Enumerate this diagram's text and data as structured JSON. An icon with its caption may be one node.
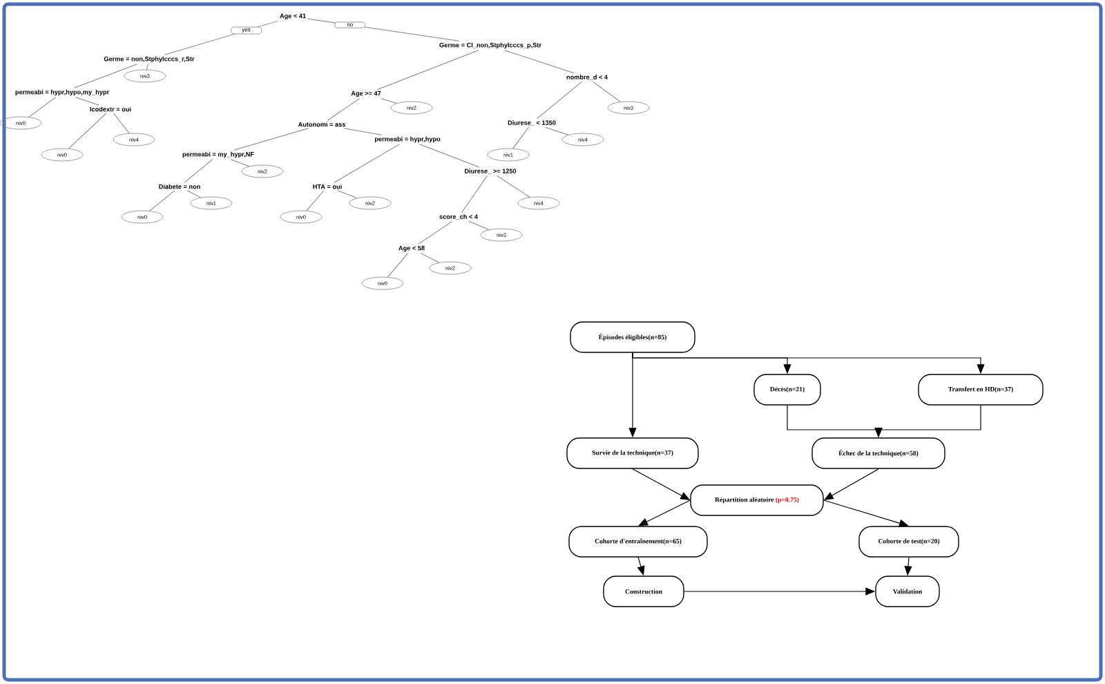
{
  "diagram": {
    "nodes": [
      {
        "text": [
          "Age < 41"
        ]
      },
      {
        "text": [
          "Germe = non,Stphylcccs_r,Str"
        ]
      },
      {
        "text": [
          "permeabi = hypr,hypo,my_hypr"
        ]
      },
      {
        "text": [
          "niv0"
        ]
      },
      {
        "text": [
          "Icodextr = oui"
        ]
      },
      {
        "text": [
          "niv0"
        ]
      },
      {
        "text": [
          "niv4"
        ]
      },
      {
        "text": [
          "niv3"
        ]
      },
      {
        "text": [
          "Germe = Cl_non,Stphylcccs_p,Str"
        ]
      },
      {
        "text": [
          "Age >= 47"
        ]
      },
      {
        "text": [
          "Autonomi = ass"
        ]
      },
      {
        "text": [
          "permeabi = my_hypr,NF"
        ]
      },
      {
        "text": [
          "Diabete = non"
        ]
      },
      {
        "text": [
          "niv0"
        ]
      },
      {
        "text": [
          "niv1"
        ]
      },
      {
        "text": [
          "niv2"
        ]
      },
      {
        "text": [
          "permeabi = hypr,hypo"
        ]
      },
      {
        "text": [
          "HTA = oui"
        ]
      },
      {
        "text": [
          "niv0"
        ]
      },
      {
        "text": [
          "niv2"
        ]
      },
      {
        "text": [
          "Diurese_ >= 1250"
        ]
      },
      {
        "text": [
          "score_ch < 4"
        ]
      },
      {
        "text": [
          "Age < 58"
        ]
      },
      {
        "text": [
          "niv0"
        ]
      },
      {
        "text": [
          "niv2"
        ]
      },
      {
        "text": [
          "niv3"
        ]
      },
      {
        "text": [
          "niv4"
        ]
      },
      {
        "text": [
          "niv2"
        ]
      },
      {
        "text": [
          "nombre_d < 4"
        ]
      },
      {
        "text": [
          "Diurese_ < 1350"
        ]
      },
      {
        "text": [
          "niv1"
        ]
      },
      {
        "text": [
          "niv4"
        ]
      },
      {
        "text": [
          "niv3"
        ]
      },
      {
        "text": [
          "Épisodes éligibles(n=85)"
        ]
      },
      {
        "text": [
          "Décès(n=21)"
        ]
      },
      {
        "text": [
          "Transfert en HD(n=37)"
        ]
      },
      {
        "text": [
          "Survie de la technique(n=37)"
        ]
      },
      {
        "text": [
          "Échec de la technique(n=58)"
        ]
      },
      {
        "text": [
          "Répartition aléatoire",
          "(p=0.75)"
        ]
      },
      {
        "text": [
          "Cohorte d'entraînement(n=65)"
        ]
      },
      {
        "text": [
          "Cohorte de test(n=20)"
        ]
      },
      {
        "text": [
          "Construction"
        ]
      },
      {
        "text": [
          "Validation"
        ]
      }
    ],
    "edges": [
      {
        "from": 0,
        "to": 1,
        "arrow": "none",
        "label": "yes"
      },
      {
        "from": 0,
        "to": 8,
        "arrow": "none",
        "label": "no"
      },
      {
        "from": 1,
        "to": 2,
        "arrow": "none"
      },
      {
        "from": 1,
        "to": 7,
        "arrow": "none"
      },
      {
        "from": 2,
        "to": 3,
        "arrow": "none"
      },
      {
        "from": 2,
        "to": 4,
        "arrow": "none"
      },
      {
        "from": 4,
        "to": 5,
        "arrow": "none"
      },
      {
        "from": 4,
        "to": 6,
        "arrow": "none"
      },
      {
        "from": 8,
        "to": 9,
        "arrow": "none"
      },
      {
        "from": 8,
        "to": 28,
        "arrow": "none"
      },
      {
        "from": 9,
        "to": 10,
        "arrow": "none"
      },
      {
        "from": 9,
        "to": 27,
        "arrow": "none"
      },
      {
        "from": 10,
        "to": 11,
        "arrow": "none"
      },
      {
        "from": 10,
        "to": 16,
        "arrow": "none"
      },
      {
        "from": 11,
        "to": 12,
        "arrow": "none"
      },
      {
        "from": 11,
        "to": 15,
        "arrow": "none"
      },
      {
        "from": 12,
        "to": 13,
        "arrow": "none"
      },
      {
        "from": 12,
        "to": 14,
        "arrow": "none"
      },
      {
        "from": 16,
        "to": 17,
        "arrow": "none"
      },
      {
        "from": 16,
        "to": 20,
        "arrow": "none"
      },
      {
        "from": 17,
        "to": 18,
        "arrow": "none"
      },
      {
        "from": 17,
        "to": 19,
        "arrow": "none"
      },
      {
        "from": 20,
        "to": 21,
        "arrow": "none"
      },
      {
        "from": 20,
        "to": 26,
        "arrow": "none"
      },
      {
        "from": 21,
        "to": 22,
        "arrow": "none"
      },
      {
        "from": 21,
        "to": 25,
        "arrow": "none"
      },
      {
        "from": 22,
        "to": 23,
        "arrow": "none"
      },
      {
        "from": 22,
        "to": 24,
        "arrow": "none"
      },
      {
        "from": 28,
        "to": 29,
        "arrow": "none"
      },
      {
        "from": 28,
        "to": 32,
        "arrow": "none"
      },
      {
        "from": 29,
        "to": 30,
        "arrow": "none"
      },
      {
        "from": 29,
        "to": 31,
        "arrow": "none"
      },
      {
        "from": 33,
        "to": 36,
        "arrow": "to",
        "color": "#000000"
      },
      {
        "from": 33,
        "to": 34,
        "arrow": "to",
        "color": "#000000"
      },
      {
        "from": 33,
        "to": 35,
        "arrow": "to",
        "color": "#000000"
      },
      {
        "from": 34,
        "to": 37,
        "arrow": "to",
        "color": "#000000"
      },
      {
        "from": 35,
        "to": 37,
        "arrow": "to",
        "color": "#000000"
      },
      {
        "from": 36,
        "to": 38,
        "arrow": "to",
        "color": "#000000"
      },
      {
        "from": 37,
        "to": 38,
        "arrow": "to",
        "color": "#000000"
      },
      {
        "from": 38,
        "to": 39,
        "arrow": "to",
        "color": "#000000"
      },
      {
        "from": 38,
        "to": 40,
        "arrow": "to",
        "color": "#000000"
      },
      {
        "from": 39,
        "to": 41,
        "arrow": "to",
        "color": "#000000"
      },
      {
        "from": 40,
        "to": 42,
        "arrow": "to",
        "color": "#000000"
      },
      {
        "from": 41,
        "to": 42,
        "arrow": "to",
        "color": "#000000"
      }
    ]
  }
}
